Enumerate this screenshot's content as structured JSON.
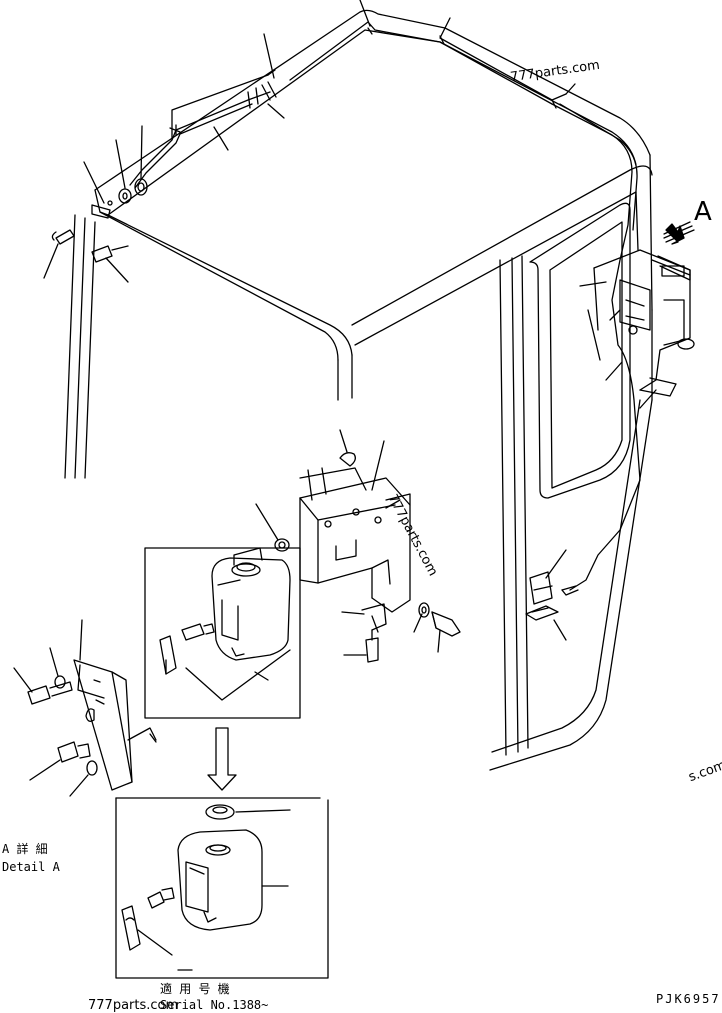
{
  "diagram": {
    "detail_marker": "A",
    "detail_title_jp": "A 詳 細",
    "detail_title_en": "Detail A",
    "applicability_jp": "適 用 号 機",
    "serial_label": "Serial No.1388~",
    "drawing_code": "PJK6957",
    "watermarks": [
      "777parts.com",
      "777parts.com",
      "777parts.com",
      "s.com"
    ],
    "line_color": "#000000",
    "background": "#ffffff"
  }
}
